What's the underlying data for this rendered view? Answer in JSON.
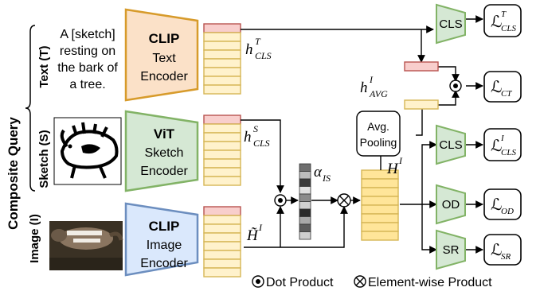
{
  "side_label": "Composite Query",
  "rows": {
    "text": "Text (T)",
    "sketch": "Sketch (S)",
    "image": "Image (I)"
  },
  "query_text": [
    "A [sketch]",
    "resting on",
    "the bark of",
    "a tree."
  ],
  "encoders": {
    "text": {
      "title": "CLIP",
      "sub1": "Text",
      "sub2": "Encoder"
    },
    "sketch": {
      "title": "ViT",
      "sub1": "Sketch",
      "sub2": "Encoder"
    },
    "image": {
      "title": "CLIP",
      "sub1": "Image",
      "sub2": "Encoder"
    }
  },
  "pooling": {
    "line1": "Avg.",
    "line2": "Pooling"
  },
  "heads": {
    "cls_text": "CLS",
    "cls_image": "CLS",
    "od": "OD",
    "sr": "SR"
  },
  "math": {
    "h_cls_text": {
      "base": "h",
      "sup": "T",
      "sub": "CLS"
    },
    "h_cls_sketch": {
      "base": "h",
      "sup": "S",
      "sub": "CLS"
    },
    "h_avg": {
      "base": "h",
      "sup": "I",
      "sub": "AVG"
    },
    "H_tilde": {
      "base": "H̃",
      "sup": "I"
    },
    "H_I": {
      "base": "H",
      "sup": "I"
    },
    "alpha": {
      "base": "α",
      "sub": "IS"
    }
  },
  "losses": {
    "cls_text": {
      "base": "ℒ",
      "sup": "T",
      "sub": "CLS"
    },
    "ct": {
      "base": "ℒ",
      "sub": "CT"
    },
    "cls_image": {
      "base": "ℒ",
      "sup": "I",
      "sub": "CLS"
    },
    "od": {
      "base": "ℒ",
      "sub": "OD"
    },
    "sr": {
      "base": "ℒ",
      "sub": "SR"
    }
  },
  "legend": {
    "dot": "Dot Product",
    "elem": "Element-wise Product"
  },
  "colors": {
    "text_encoder_fill": "#fbe1c8",
    "text_encoder_stroke": "#d79b2b",
    "sketch_encoder_fill": "#d5e8d4",
    "sketch_encoder_stroke": "#82b366",
    "image_encoder_fill": "#dae8fc",
    "image_encoder_stroke": "#6c8ebf",
    "token_yellow": "#fff2cc",
    "token_stroke": "#d6b656",
    "token_red": "#f8cecc",
    "token_red_stroke": "#b85450",
    "fused_yellow": "#ffe599",
    "head_fill": "#d5e8d4",
    "head_stroke": "#82b366"
  }
}
